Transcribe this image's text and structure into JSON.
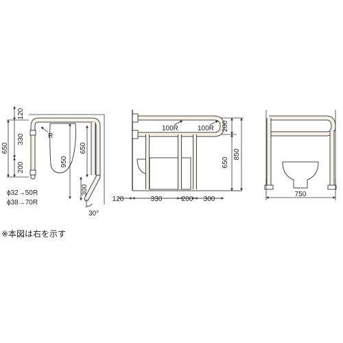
{
  "note": "※本図は右を示す",
  "side_view": {
    "dims": {
      "d120": "120",
      "d330": "330",
      "d200": "200",
      "d650_outer": "650",
      "d650_inner": "650",
      "d950": "950",
      "d300": "300",
      "radius": "R",
      "angle": "30°"
    },
    "spec_1": "ϕ32→50R",
    "spec_2": "ϕ38→70R"
  },
  "front_view": {
    "r1": "100R",
    "r2": "100R",
    "d200v": "200",
    "d650": "650",
    "d850": "850",
    "d120": "120",
    "d330": "330",
    "d200h": "200",
    "d300": "300"
  },
  "right_view": {
    "d750": "750"
  },
  "colors": {
    "bar_fill": "#f3f1ea",
    "line": "#333333"
  }
}
